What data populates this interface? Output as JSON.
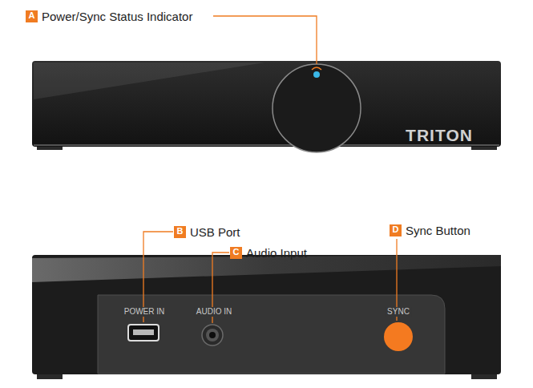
{
  "diagram": {
    "nodes": [
      {
        "text": [
          "A",
          "Power/Sync Status Indicator"
        ]
      },
      {
        "text": [
          "B",
          "USB Port"
        ]
      },
      {
        "text": [
          "C",
          "Audio Input"
        ]
      },
      {
        "text": [
          "D",
          "Sync Button"
        ]
      }
    ],
    "labels": [
      "TRITON",
      "POWER IN",
      "AUDIO IN",
      "SYNC"
    ]
  }
}
